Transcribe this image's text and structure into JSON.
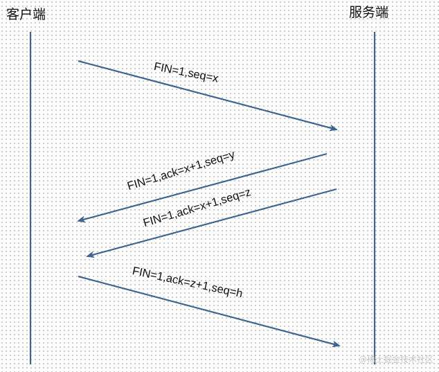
{
  "actors": {
    "client": "客户端",
    "server": "服务端"
  },
  "messages": [
    {
      "label": "FIN=1,seq=x",
      "direction": "client-to-server"
    },
    {
      "label": "FIN=1,ack=x+1,seq=y",
      "direction": "server-to-client"
    },
    {
      "label": "FIN=1,ack=x+1,seq=z",
      "direction": "server-to-client"
    },
    {
      "label": "FIN=1,ack=z+1,seq=h",
      "direction": "client-to-server"
    }
  ],
  "watermark": "@稀土掘金技术社区",
  "colors": {
    "line": "#3d6591",
    "text": "#111111",
    "dots": "#b9b9b9"
  }
}
